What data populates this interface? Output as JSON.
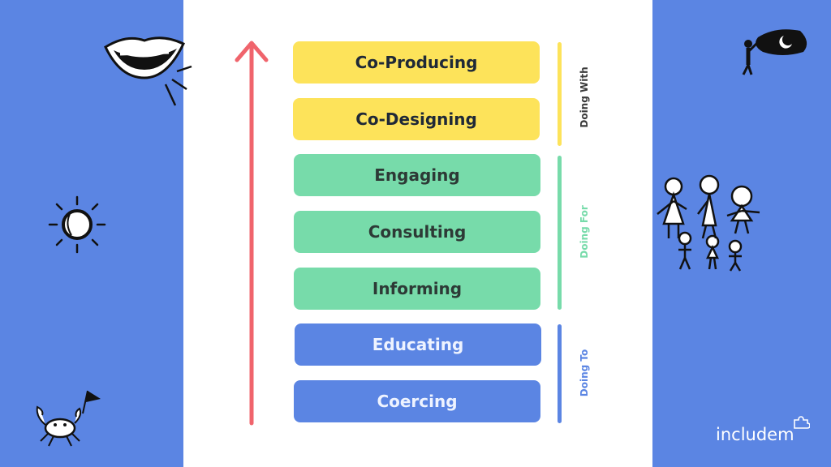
{
  "ladder": {
    "items": [
      {
        "label": "Co-Producing",
        "group": "with"
      },
      {
        "label": "Co-Designing",
        "group": "with"
      },
      {
        "label": "Engaging",
        "group": "for"
      },
      {
        "label": "Consulting",
        "group": "for"
      },
      {
        "label": "Informing",
        "group": "for"
      },
      {
        "label": "Educating",
        "group": "to"
      },
      {
        "label": "Coercing",
        "group": "to"
      }
    ]
  },
  "groups": {
    "with": {
      "label": "Doing With",
      "color": "#fde35a",
      "text_color": "#3a3a3a"
    },
    "for": {
      "label": "Doing For",
      "color": "#77dbaa",
      "text_color": "#77dbaa"
    },
    "to": {
      "label": "Doing To",
      "color": "#5b85e3",
      "text_color": "#5b85e3"
    }
  },
  "colors": {
    "background": "#5b85e3",
    "panel": "#ffffff",
    "arrow": "#f0646c"
  },
  "brand": {
    "name": "includem"
  },
  "icons": [
    "mouth-icon",
    "sun-icon",
    "crab-icon",
    "person-moon-icon",
    "people-group-icon",
    "puzzle-icon"
  ]
}
